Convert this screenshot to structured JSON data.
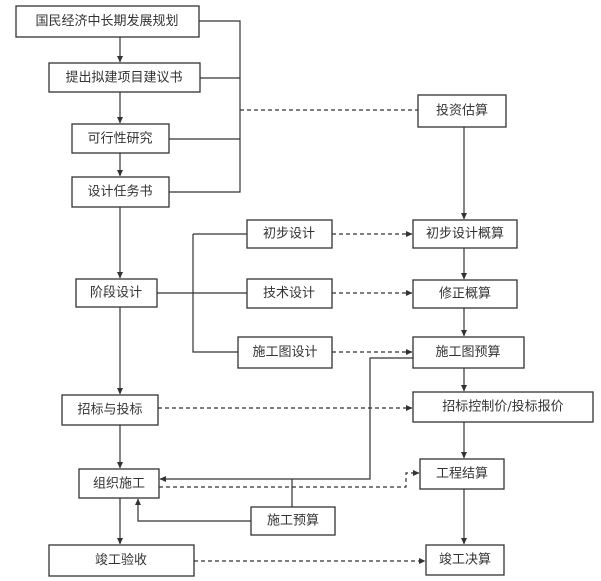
{
  "diagram": {
    "type": "flowchart",
    "nodes": {
      "national_plan": "国民经济中长期发展规划",
      "project_proposal": "提出拟建项目建议书",
      "feasibility_study": "可行性研究",
      "design_brief": "设计任务书",
      "phase_design": "阶段设计",
      "preliminary_design": "初步设计",
      "technical_design": "技术设计",
      "construction_drawing_design": "施工图设计",
      "bidding": "招标与投标",
      "organize_construction": "组织施工",
      "construction_budget": "施工预算",
      "completion_acceptance": "竣工验收",
      "investment_estimate": "投资估算",
      "preliminary_design_estimate": "初步设计概算",
      "revised_estimate": "修正概算",
      "construction_drawing_budget": "施工图预算",
      "bid_control_price": "招标控制价/投标报价",
      "project_settlement": "工程结算",
      "final_accounts": "竣工决算"
    },
    "edges": [
      {
        "from": "national_plan",
        "to": "project_proposal",
        "style": "solid",
        "arrow": true
      },
      {
        "from": "project_proposal",
        "to": "feasibility_study",
        "style": "solid",
        "arrow": true
      },
      {
        "from": "feasibility_study",
        "to": "design_brief",
        "style": "solid",
        "arrow": true
      },
      {
        "from": "design_brief",
        "to": "phase_design",
        "style": "solid",
        "arrow": true
      },
      {
        "from": "phase_design",
        "to": "bidding",
        "style": "solid",
        "arrow": true
      },
      {
        "from": "bidding",
        "to": "organize_construction",
        "style": "solid",
        "arrow": true
      },
      {
        "from": "organize_construction",
        "to": "completion_acceptance",
        "style": "solid",
        "arrow": true
      },
      {
        "from": "national_plan+project_proposal+feasibility_study+design_brief",
        "to": "investment_estimate",
        "style": "dashed",
        "arrow": false
      },
      {
        "from": "phase_design",
        "to": "preliminary_design",
        "style": "solid",
        "arrow": false
      },
      {
        "from": "phase_design",
        "to": "technical_design",
        "style": "solid",
        "arrow": false
      },
      {
        "from": "phase_design",
        "to": "construction_drawing_design",
        "style": "solid",
        "arrow": false
      },
      {
        "from": "preliminary_design",
        "to": "preliminary_design_estimate",
        "style": "dashed",
        "arrow": true
      },
      {
        "from": "technical_design",
        "to": "revised_estimate",
        "style": "dashed",
        "arrow": true
      },
      {
        "from": "construction_drawing_design",
        "to": "construction_drawing_budget",
        "style": "dashed",
        "arrow": true
      },
      {
        "from": "bidding",
        "to": "bid_control_price",
        "style": "dashed",
        "arrow": true
      },
      {
        "from": "construction_drawing_budget",
        "to": "organize_construction",
        "style": "solid",
        "arrow": true
      },
      {
        "from": "construction_budget",
        "to": "organize_construction",
        "style": "solid",
        "arrow": true
      },
      {
        "from": "organize_construction",
        "to": "project_settlement",
        "style": "dashed",
        "arrow": true
      },
      {
        "from": "completion_acceptance",
        "to": "final_accounts",
        "style": "dashed",
        "arrow": true
      },
      {
        "from": "investment_estimate",
        "to": "preliminary_design_estimate",
        "style": "solid",
        "arrow": true
      },
      {
        "from": "preliminary_design_estimate",
        "to": "revised_estimate",
        "style": "solid",
        "arrow": true
      },
      {
        "from": "revised_estimate",
        "to": "construction_drawing_budget",
        "style": "solid",
        "arrow": true
      },
      {
        "from": "construction_drawing_budget",
        "to": "bid_control_price",
        "style": "solid",
        "arrow": true
      },
      {
        "from": "bid_control_price",
        "to": "project_settlement",
        "style": "solid",
        "arrow": true
      },
      {
        "from": "project_settlement",
        "to": "final_accounts",
        "style": "solid",
        "arrow": true
      }
    ]
  }
}
